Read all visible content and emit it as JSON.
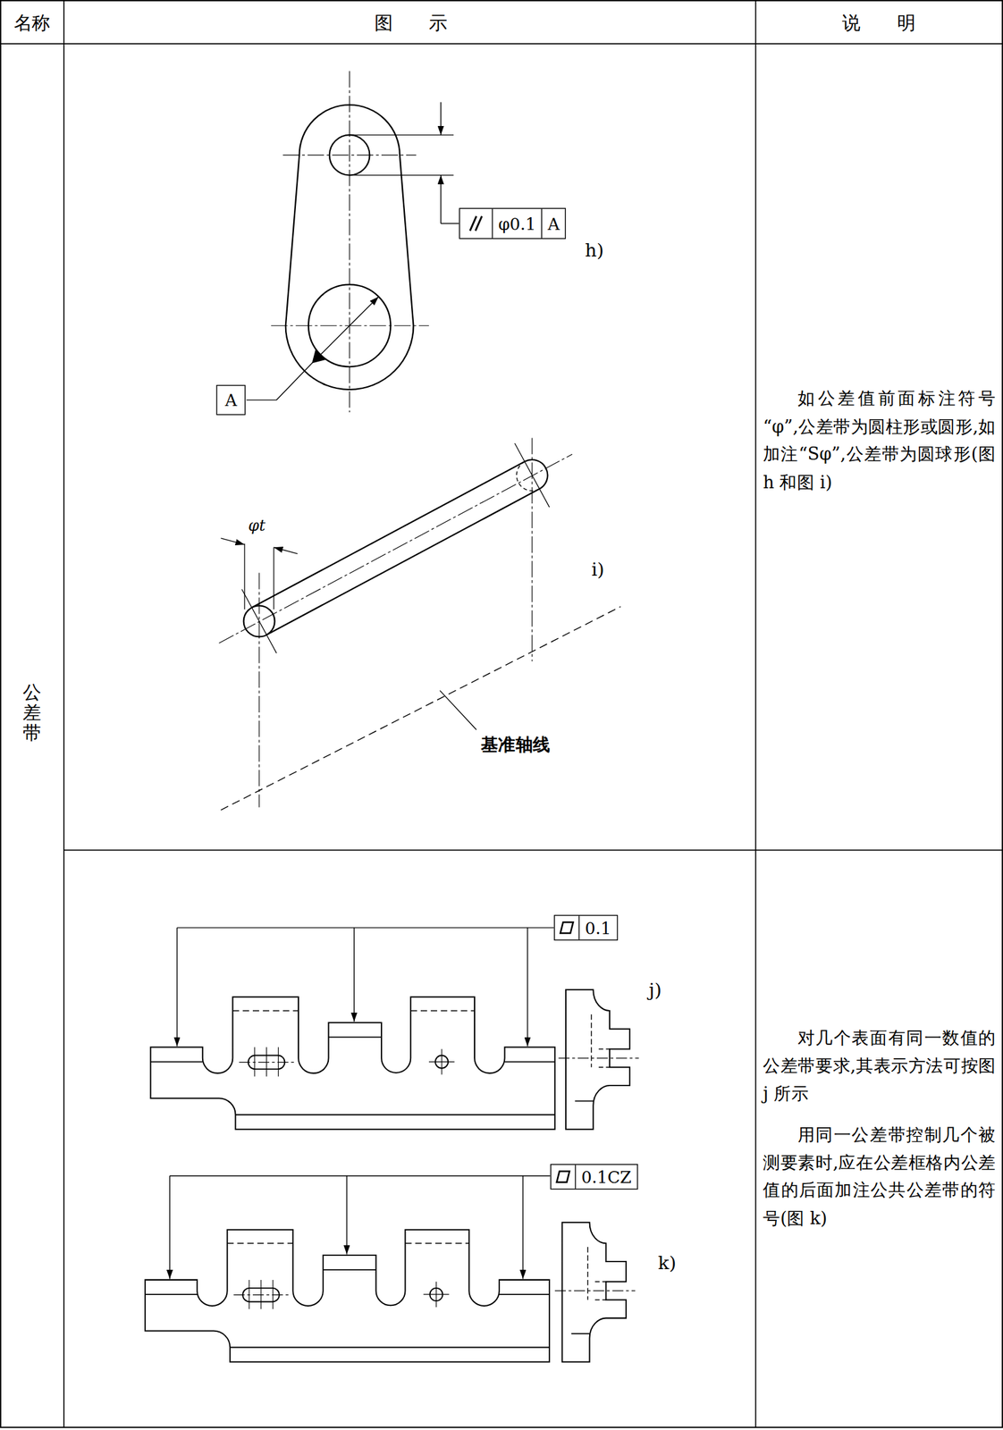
{
  "diagram": {
    "nodes": [
      {
        "text": [
          "φ0.1",
          "A"
        ]
      },
      {
        "text": [
          "A"
        ]
      },
      {
        "text": [
          "0.1"
        ]
      },
      {
        "text": [
          "0.1CZ"
        ]
      }
    ],
    "labels": [
      "名称",
      "图　　示",
      "说　　明",
      "公差带",
      "h)",
      "i)",
      "φt",
      "基准轴线",
      "如公差值前面标注符号“φ”,公差带为圆柱形或圆形,如加注“Sφ”,公差带为圆球形(图 h 和图 i)",
      "j)",
      "k)",
      "对几个表面有同一数值的公差带要求,其表示方法可按图 j 所示",
      "用同一公差带控制几个被测要素时,应在公差框格内公差值的后面加注公共公差带的符号(图 k)"
    ]
  }
}
